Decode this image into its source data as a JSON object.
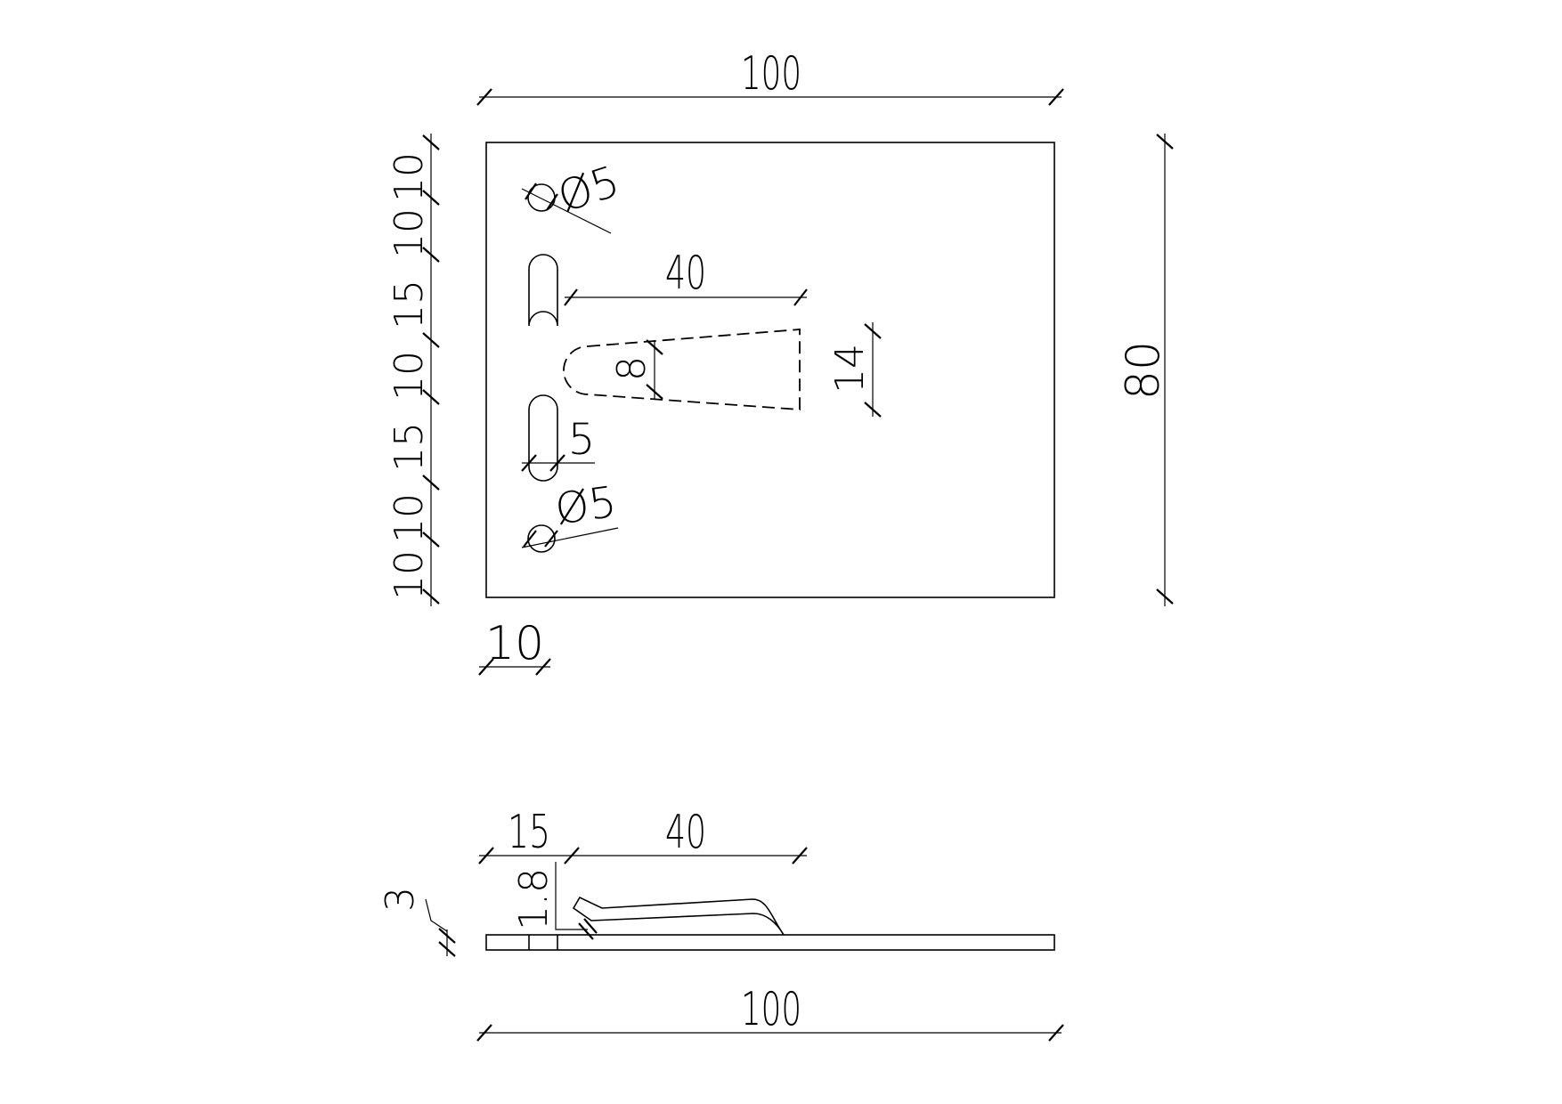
{
  "plan_view": {
    "overall_width": "100",
    "overall_height": "80",
    "left_stack": [
      "10",
      "10",
      "15",
      "10",
      "15",
      "10",
      "10"
    ],
    "hole_dia_top": "Ø5",
    "hole_dia_bottom": "Ø5",
    "slot_offset": "40",
    "slot_width": "5",
    "hook_root_width": "8",
    "hook_tip_width": "14",
    "edge_offset": "10"
  },
  "side_view": {
    "offset_left": "15",
    "hook_length": "40",
    "hook_rise": "1.8",
    "plate_thickness": "3",
    "overall_width": "100"
  }
}
